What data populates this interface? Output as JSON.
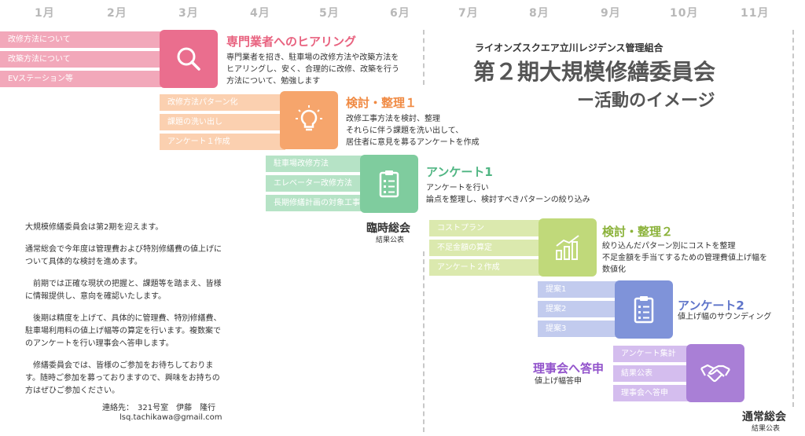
{
  "months": [
    "1月",
    "2月",
    "3月",
    "4月",
    "5月",
    "6月",
    "7月",
    "8月",
    "9月",
    "10月",
    "11月"
  ],
  "header": {
    "org": "ライオンズスクエア立川レジデンス管理組合",
    "title": "第２期大規模修繕委員会",
    "subtitle": "ー活動のイメージ"
  },
  "phases": {
    "hearing": {
      "title": "専門業者へのヒアリング",
      "desc": [
        "専門業者を招き、駐車場の改修方法や改築方法を",
        "ヒアリングし、安く、合理的に改修、改築を行う",
        "方法について、勉強します"
      ],
      "items": [
        "改修方法について",
        "改築方法について",
        "EVステーション等"
      ]
    },
    "review1": {
      "title": "検討・整理１",
      "desc": [
        "改修工事方法を検討、整理",
        "それらに伴う課題を洗い出して、",
        "居住者に意見を募るアンケートを作成"
      ],
      "items": [
        "改修方法パターン化",
        "課題の洗い出し",
        "アンケート１作成"
      ]
    },
    "survey1": {
      "title": "アンケート1",
      "desc": [
        "アンケートを行い",
        "論点を整理し、検討すべきパターンの絞り込み"
      ],
      "items": [
        "駐車場改修方法",
        "エレベーター改修方法",
        "長期修繕計画の対象工事"
      ]
    },
    "review2": {
      "title": "検討・整理２",
      "desc": [
        "絞り込んだパターン別にコストを整理",
        "不足金額を手当てするための管理費値上げ幅を",
        "数値化"
      ],
      "items": [
        "コストプラン",
        "不足金額の算定",
        "アンケート２作成"
      ]
    },
    "survey2": {
      "title": "アンケート2",
      "desc": [
        "値上げ幅のサウンディング"
      ],
      "items": [
        "提案1",
        "提案2",
        "提案3"
      ]
    },
    "board": {
      "title": "理事会へ答申",
      "desc": [
        "値上げ幅答申"
      ],
      "items": [
        "アンケート集計",
        "結果公表",
        "理事会へ答申"
      ]
    }
  },
  "meetings": {
    "extra": {
      "title": "臨時総会",
      "sub": "結果公表"
    },
    "regular": {
      "title": "通常総会",
      "sub": "結果公表"
    }
  },
  "notes": {
    "p1": "大規模修繕委員会は第2期を迎えます。",
    "p2": "通常総会で今年度は管理費および特別修繕費の値上げについて具体的な検討を進めます。",
    "p3": "前期では正確な現状の把握と、課題等を踏まえ、皆様に情報提供し、意向を確認いたします。",
    "p4": "後期は精度を上げて、具体的に管理費、特別修繕費、駐車場利用料の値上げ幅等の算定を行います。複数案でのアンケートを行い理事会へ答申します。",
    "p5": "修繕委員会では、皆様のご参加をお待ちしております。随時ご参加を募っておりますので、興味をお持ちの方はぜひご参加ください。",
    "contact_label": "連絡先：　321号室　伊藤　隆行",
    "contact_email": "lsq.tachikawa@gmail.com"
  },
  "colors": {
    "hearing": "#ea6e8e",
    "review1": "#f6a56c",
    "survey1": "#7fcc9e",
    "review2": "#c0d97a",
    "survey2": "#7f93d9",
    "board": "#a97fd6"
  },
  "icons": {
    "hearing": "magnifier-icon",
    "review1": "lightbulb-icon",
    "survey1": "clipboard-icon",
    "review2": "bar-chart-icon",
    "survey2": "clipboard-icon",
    "board": "handshake-icon"
  }
}
